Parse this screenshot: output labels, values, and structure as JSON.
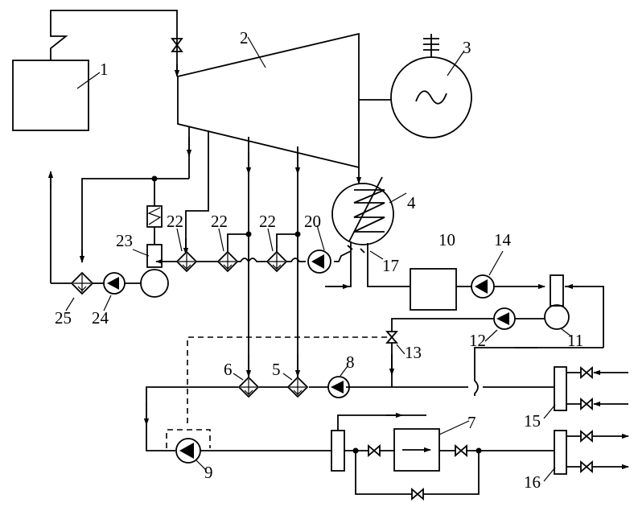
{
  "labels": {
    "l1": "1",
    "l2": "2",
    "l3": "3",
    "l4": "4",
    "l5": "5",
    "l6": "6",
    "l7": "7",
    "l8": "8",
    "l9": "9",
    "l10": "10",
    "l11": "11",
    "l12": "12",
    "l13": "13",
    "l14": "14",
    "l15": "15",
    "l16": "16",
    "l17": "17",
    "l20": "20",
    "l22a": "22",
    "l22b": "22",
    "l22c": "22",
    "l23": "23",
    "l24": "24",
    "l25": "25"
  },
  "colors": {
    "line": "#000000",
    "background": "#ffffff"
  }
}
